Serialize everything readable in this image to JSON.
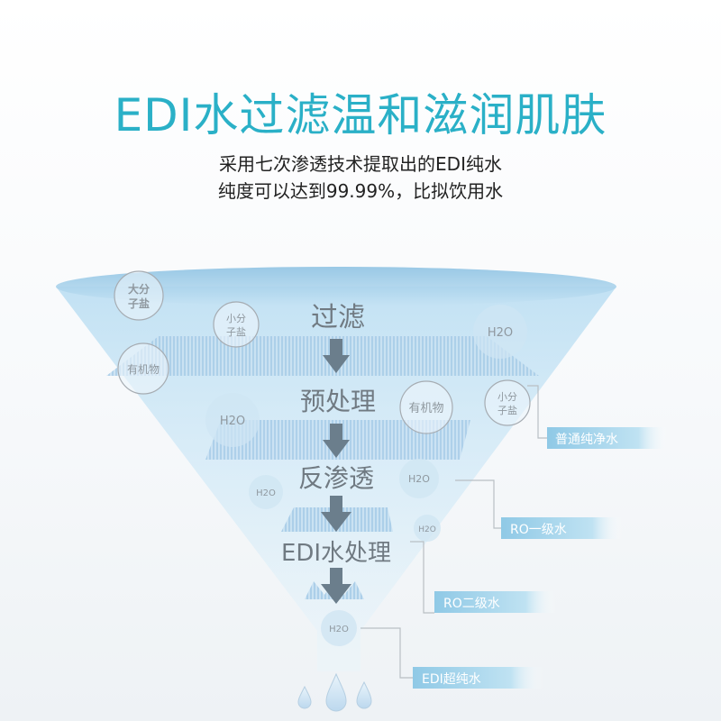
{
  "header": {
    "title": "EDI水过滤温和滋润肌肤",
    "subtitle_line1": "采用七次渗透技术提取出的EDI纯水",
    "subtitle_line2": "纯度可以达到99.99%，比拟饮用水"
  },
  "stages": [
    {
      "label": "过滤"
    },
    {
      "label": "预处理"
    },
    {
      "label": "反渗透"
    },
    {
      "label": "EDI水处理"
    }
  ],
  "bubbles": {
    "large_salt": [
      "大分",
      "子盐"
    ],
    "small_salt": [
      "小分",
      "子盐"
    ],
    "organic": "有机物",
    "water": "H2O"
  },
  "tags": [
    {
      "label": "普通纯净水"
    },
    {
      "label": "RO一级水"
    },
    {
      "label": "RO二级水"
    },
    {
      "label": "EDI超纯水"
    }
  ],
  "colors": {
    "title": "#2ab0c7",
    "funnel": "#bcdcf0",
    "arrow": "#6b7e8c",
    "tag": "#9cd0e8"
  }
}
